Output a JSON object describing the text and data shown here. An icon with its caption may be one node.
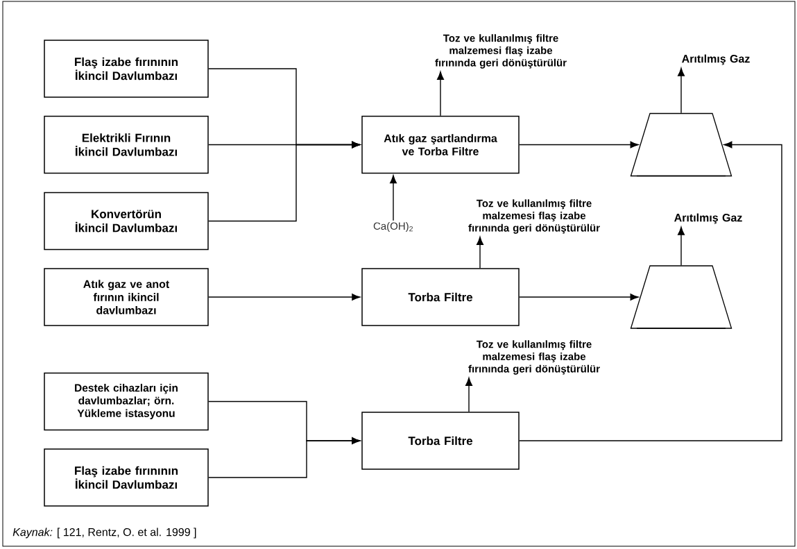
{
  "diagram": {
    "caption": "*Kaynak:* [ 121, Rentz, O. et al. 1999 ]",
    "nodes": [
      {
        "text": [
          "Flaş izabe fırınının İkincil Davlumbazı"
        ]
      },
      {
        "text": [
          "Elektrikli Fırının İkincil Davlumbazı"
        ]
      },
      {
        "text": [
          "Konvertörün İkincil Davlumbazı"
        ]
      },
      {
        "text": [
          "Atık gaz şartlandırma ve Torba Filtre"
        ]
      },
      {
        "text": [
          "Toz ve kullanılmış filtre malzemesi flaş izabe fırınında geri dönüştürülür"
        ]
      },
      {
        "text": [
          "Ca(OH)$_{2}$"
        ]
      },
      {
        "text": [],
        "shape": "trapezoid"
      },
      {
        "text": [
          "Arıtılmış Gaz"
        ]
      },
      {
        "text": [
          "Atık gaz ve anot fırının ikincil davlumbazı"
        ]
      },
      {
        "text": [
          "Torba Filtre"
        ]
      },
      {
        "text": [
          "Toz ve kullanılmış filtre malzemesi flaş izabe fırınında geri dönüştürülür"
        ]
      },
      {
        "text": [],
        "shape": "trapezoid"
      },
      {
        "text": [
          "Arıtılmış Gaz"
        ]
      },
      {
        "text": [
          "Destek cihazları için davlumbazlar; örn. Yükleme istasyonu"
        ]
      },
      {
        "text": [
          "Flaş izabe fırınının İkincil Davlumbazı"
        ]
      },
      {
        "text": [
          "Torba Filtre"
        ]
      },
      {
        "text": [
          "Toz ve kullanılmış filtre malzemesi flaş izabe fırınında geri dönüştürülür"
        ]
      }
    ],
    "edges": [
      {
        "from": 0,
        "to": 3,
        "arrow": "to"
      },
      {
        "from": 1,
        "to": 3,
        "arrow": "to"
      },
      {
        "from": 2,
        "to": 3,
        "arrow": "to"
      },
      {
        "from": 3,
        "to": 4,
        "arrow": "to"
      },
      {
        "from": 5,
        "to": 3,
        "arrow": "to"
      },
      {
        "from": 3,
        "to": 6,
        "arrow": "to"
      },
      {
        "from": 6,
        "to": 7,
        "arrow": "to"
      },
      {
        "from": 8,
        "to": 9,
        "arrow": "to"
      },
      {
        "from": 9,
        "to": 10,
        "arrow": "to"
      },
      {
        "from": 9,
        "to": 11,
        "arrow": "to"
      },
      {
        "from": 11,
        "to": 12,
        "arrow": "to"
      },
      {
        "from": 13,
        "to": 15,
        "arrow": "to"
      },
      {
        "from": 14,
        "to": 15,
        "arrow": "to"
      },
      {
        "from": 15,
        "to": 16,
        "arrow": "to"
      },
      {
        "from": 15,
        "to": 6,
        "arrow": "to"
      }
    ]
  }
}
